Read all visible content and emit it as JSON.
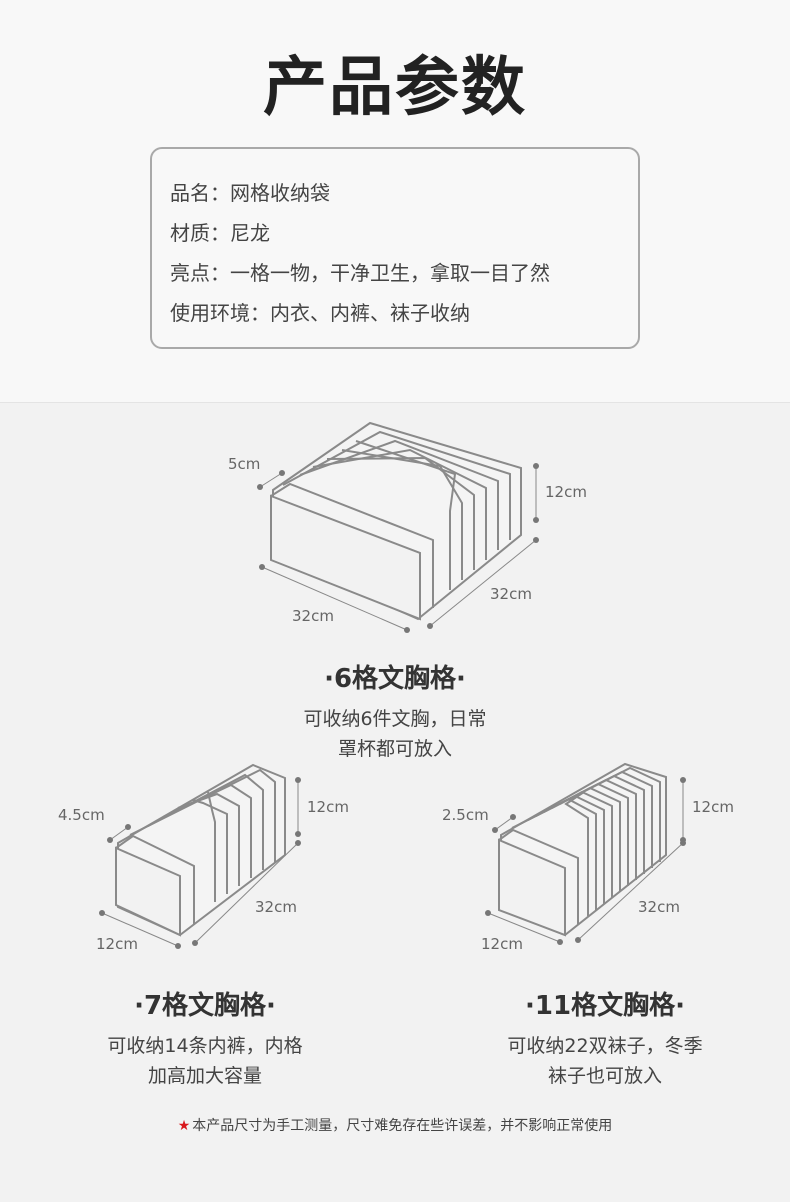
{
  "header": {
    "title": "产品参数"
  },
  "specs": [
    "品名：网格收纳袋",
    "材质：尼龙",
    "亮点：一格一物，干净卫生，拿取一目了然",
    "使用环境：内衣、内裤、袜子收纳"
  ],
  "products": [
    {
      "heading": "·6格文胸格·",
      "desc_line1": "可收纳6件文胸，日常",
      "desc_line2": "罩杯都可放入",
      "dims": {
        "depth": "5cm",
        "height": "12cm",
        "width_front": "32cm",
        "width_side": "32cm"
      }
    },
    {
      "heading": "·7格文胸格·",
      "desc_line1": "可收纳14条内裤，内格",
      "desc_line2": "加高加大容量",
      "dims": {
        "depth": "4.5cm",
        "height": "12cm",
        "width_front": "12cm",
        "width_side": "32cm"
      }
    },
    {
      "heading": "·11格文胸格·",
      "desc_line1": "可收纳22双袜子，冬季",
      "desc_line2": "袜子也可放入",
      "dims": {
        "depth": "2.5cm",
        "height": "12cm",
        "width_front": "12cm",
        "width_side": "32cm"
      }
    }
  ],
  "footnote": {
    "star": "★",
    "text": "本产品尺寸为手工测量，尺寸难免存在些许误差，并不影响正常使用"
  },
  "colors": {
    "box_stroke": "#8a8a8a",
    "box_fill": "#f4f4f4",
    "star": "#d8161b"
  }
}
